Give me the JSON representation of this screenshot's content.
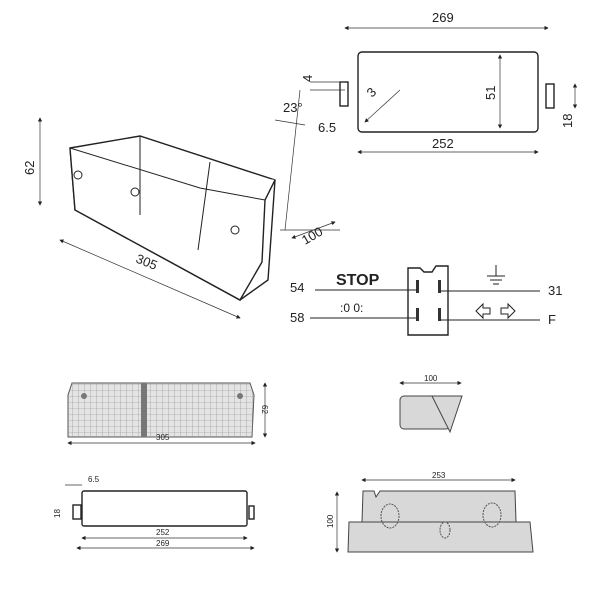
{
  "perspective_view": {
    "width": "305",
    "height": "62",
    "depth": "100",
    "angle": "23°"
  },
  "rear_view": {
    "width_outer": "269",
    "width_inner": "252",
    "height": "51",
    "pin_width": "4",
    "pin_height": "18",
    "offset": "6.5",
    "radius": "3"
  },
  "wiring": {
    "left_top_terminal": "54",
    "left_top_label": "STOP",
    "left_bottom_terminal": "58",
    "right_top_terminal": "31",
    "right_bottom_terminal": "F"
  },
  "front_small": {
    "width": "305",
    "height": "62"
  },
  "side_small": {
    "depth": "100"
  },
  "rear_small": {
    "offset": "6.5",
    "pin_height": "18",
    "width_inner": "252",
    "width_outer": "269"
  },
  "open_small": {
    "width": "253",
    "height": "100"
  }
}
